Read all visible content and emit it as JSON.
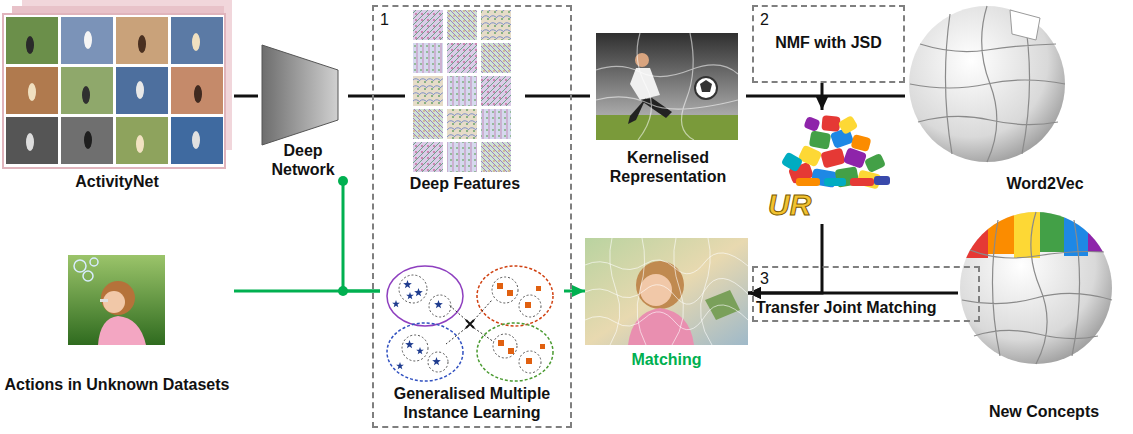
{
  "diagram": {
    "nodes": [
      {
        "text": [
          "ActivityNet"
        ]
      },
      {
        "text": [
          "Deep Network"
        ]
      },
      {
        "text": [
          "1"
        ]
      },
      {
        "text": [
          "Deep Features"
        ],
        "in": 2
      },
      {
        "text": [
          "Generalised Multiple Instance Learning"
        ],
        "in": 2
      },
      {
        "text": [
          "Kernelised Representation"
        ]
      },
      {
        "text": [
          "2",
          "NMF with JSD"
        ]
      },
      {
        "text": [
          "Word2Vec"
        ]
      },
      {
        "text": [
          "UR"
        ]
      },
      {
        "text": [
          "3",
          "Transfer Joint Matching"
        ]
      },
      {
        "text": [
          "New Concepts"
        ]
      },
      {
        "text": [
          "Actions in Unknown Datasets"
        ]
      },
      {
        "text": [
          "Matching"
        ]
      }
    ],
    "edges": [
      {
        "from": 0,
        "to": 1,
        "arrow": "none"
      },
      {
        "from": 1,
        "to": 3,
        "arrow": "none"
      },
      {
        "from": 3,
        "to": 5,
        "arrow": "none"
      },
      {
        "from": 5,
        "to": 7,
        "arrow": "none"
      },
      {
        "from": 6,
        "to": 8,
        "arrow": "to"
      },
      {
        "from": 8,
        "to": 12,
        "arrow": "to"
      },
      {
        "from": 10,
        "to": 12,
        "arrow": "to"
      },
      {
        "from": 11,
        "to": 4,
        "arrow": "none"
      },
      {
        "from": 1,
        "to": 4,
        "arrow": "none"
      },
      {
        "from": 4,
        "to": 12,
        "arrow": "to"
      }
    ]
  }
}
